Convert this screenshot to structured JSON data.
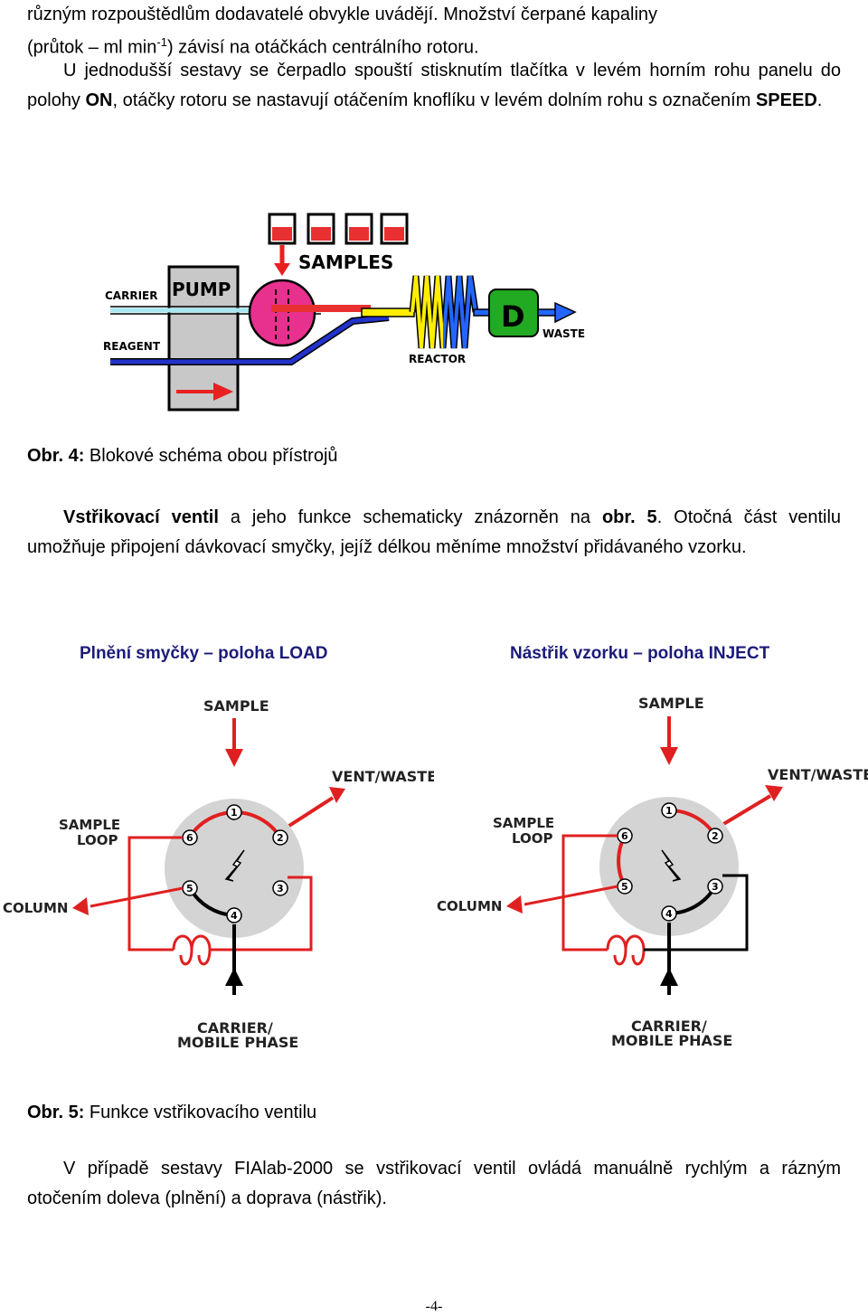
{
  "intro": {
    "line1": "různým rozpouštědlům dodavatelé obvykle uvádějí. Množství čerpané kapaliny",
    "line2_pre": "(průtok – ml min",
    "line2_sup": "-1",
    "line2_post": ") závisí na otáčkách centrálního rotoru."
  },
  "para1": {
    "t1": "U jednodušší sestavy se čerpadlo spouští stisknutím tlačítka v levém horním rohu panelu do polohy ",
    "b1": "ON",
    "t2": ", otáčky rotoru se nastavují otáčením knoflíku v levém dolním rohu s označením ",
    "b2": "SPEED",
    "t3": "."
  },
  "fig4": {
    "labels": {
      "carrier": "CARRIER",
      "pump": "PUMP",
      "reagent": "REAGENT",
      "samples": "SAMPLES",
      "reactor": "REACTOR",
      "detector": "D",
      "waste": "WASTE"
    },
    "colors": {
      "carrier": "#a8e6f0",
      "reagent": "#2233cc",
      "pump_body": "#c8c8c8",
      "rotor": "#e8318f",
      "sample_fluid": "#e83030",
      "mixed": "#ffee00",
      "reactor": "#2266ff",
      "detector": "#22aa22",
      "arrow": "#e82020"
    },
    "caption_bold": "Obr. 4:",
    "caption_text": " Blokové schéma obou přístrojů"
  },
  "para2": {
    "b1": "Vstřikovací ventil",
    "t1": " a jeho funkce schematicky znázorněn na ",
    "b2": "obr. 5",
    "t2": ". Otočná část ventilu umožňuje připojení dávkovací smyčky, jejíž délkou měníme množství přidávaného vzorku."
  },
  "fig5": {
    "left_title": "Plnění smyčky – poloha LOAD",
    "right_title": "Nástřik vzorku – poloha INJECT",
    "labels": {
      "sample": "SAMPLE",
      "vent": "VENT/WASTE",
      "loop1": "SAMPLE",
      "loop2": "LOOP",
      "column": "COLUMN",
      "carrier1": "CARRIER/",
      "carrier2": "MOBILE PHASE"
    },
    "ports": [
      "1",
      "2",
      "3",
      "4",
      "5",
      "6"
    ],
    "colors": {
      "valve": "#d4d4d4",
      "flow": "#e02020",
      "line": "#000000"
    },
    "caption_bold": "Obr. 5:",
    "caption_text": " Funkce vstřikovacího ventilu"
  },
  "para3": {
    "text": "V případě sestavy FIAlab-2000 se vstřikovací ventil ovládá manuálně rychlým a rázným otočením doleva (plnění) a doprava (nástřik)."
  },
  "page_number": "-4-"
}
